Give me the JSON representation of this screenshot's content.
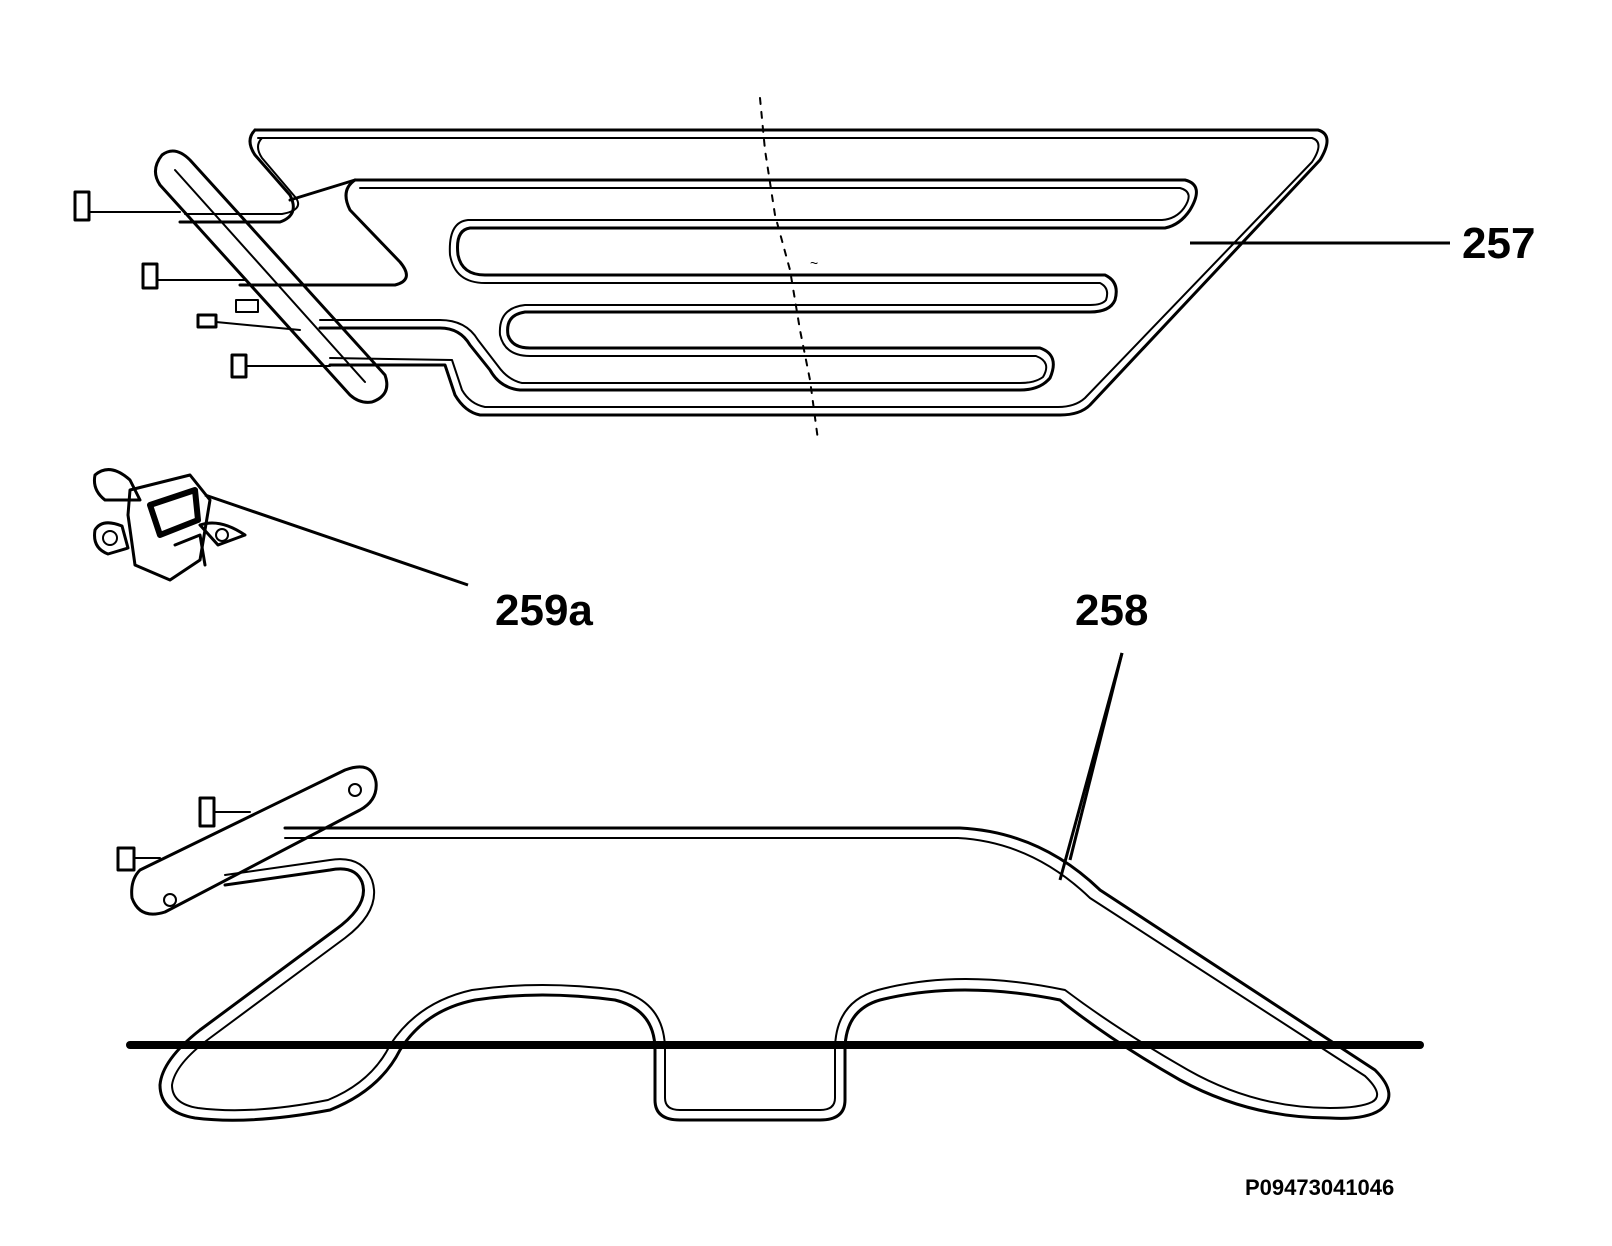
{
  "callouts": {
    "upper_element": "257",
    "lower_element": "258",
    "thermostat": "259a"
  },
  "reference_code": "P09473041046",
  "colors": {
    "line": "#000000",
    "background": "#ffffff"
  }
}
